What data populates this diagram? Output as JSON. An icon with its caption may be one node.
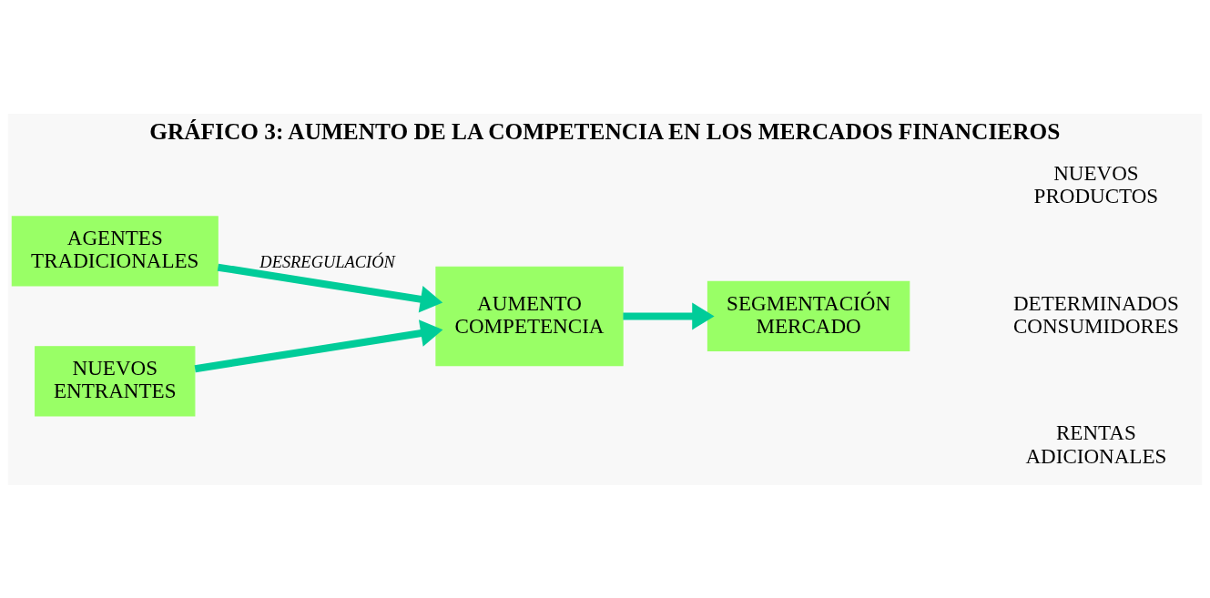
{
  "diagram": {
    "title": "GRÁFICO 3: AUMENTO DE LA COMPETENCIA EN LOS MERCADOS FINANCIEROS",
    "nodes": [
      {
        "text": [
          "AGENTES TRADICIONALES"
        ]
      },
      {
        "text": [
          "NUEVOS ENTRANTES"
        ]
      },
      {
        "text": [
          "AUMENTO COMPETENCIA"
        ]
      },
      {
        "text": [
          "SEGMENTACIÓN MERCADO"
        ]
      }
    ],
    "edges": [
      {
        "from": 0,
        "to": 2,
        "arrow": "to",
        "label": "DESREGULACIÓN"
      },
      {
        "from": 1,
        "to": 2,
        "arrow": "to"
      },
      {
        "from": 2,
        "to": 3,
        "arrow": "to"
      }
    ],
    "labels": [
      "NUEVOS PRODUCTOS",
      "DETERMINADOS CONSUMIDORES",
      "RENTAS ADICIONALES"
    ]
  }
}
